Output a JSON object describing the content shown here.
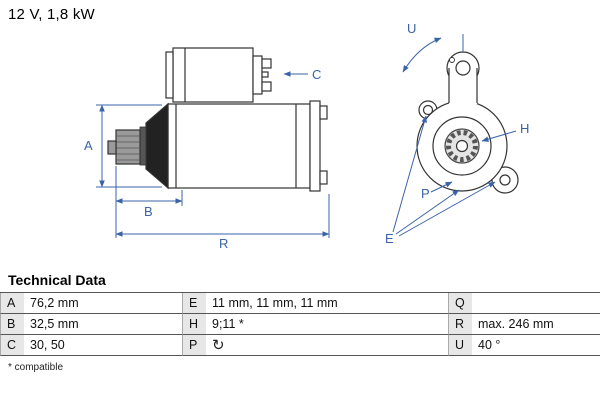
{
  "header": {
    "title": "12 V, 1,8 kW"
  },
  "diagram": {
    "labels": {
      "A": "A",
      "B": "B",
      "C": "C",
      "R": "R",
      "U": "U",
      "H": "H",
      "P": "P",
      "E": "E"
    },
    "colors": {
      "dimension_blue": "#3b63a8",
      "outline_dark": "#333333"
    }
  },
  "table": {
    "title": "Technical Data",
    "rows": [
      {
        "k1": "A",
        "v1": "76,2 mm",
        "k2": "E",
        "v2": "11 mm, 11 mm, 11 mm",
        "k3": "Q",
        "v3": ""
      },
      {
        "k1": "B",
        "v1": "32,5 mm",
        "k2": "H",
        "v2": "9;11 *",
        "k3": "R",
        "v3": "max. 246 mm"
      },
      {
        "k1": "C",
        "v1": "30, 50",
        "k2": "P",
        "v2": "↻",
        "k3": "U",
        "v3": "40 °"
      }
    ],
    "footnote": "* compatible",
    "key_cell_bg": "#e7e7e7"
  }
}
